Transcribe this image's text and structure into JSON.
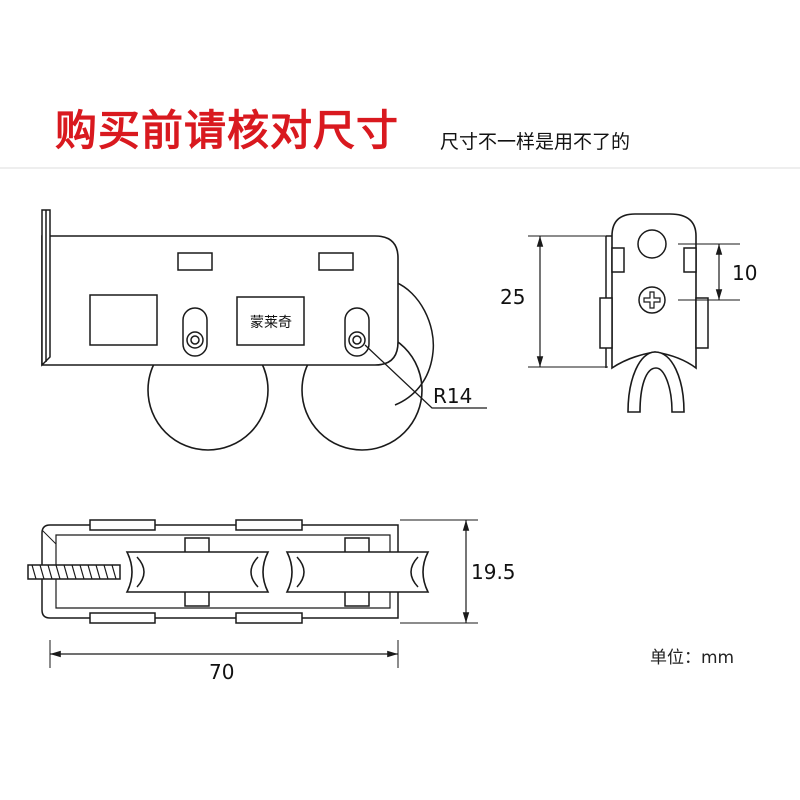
{
  "heading": {
    "title": "购买前请核对尺寸",
    "subtitle": "尺寸不一样是用不了的"
  },
  "labels": {
    "brand": "蒙莱奇",
    "radius": "R14",
    "height": "25",
    "hole_spacing": "10",
    "thickness": "19.5",
    "length": "70",
    "unit": "单位：mm"
  },
  "colors": {
    "title": "#d9191f",
    "line": "#1a1a1a",
    "separator": "#dddddd"
  }
}
